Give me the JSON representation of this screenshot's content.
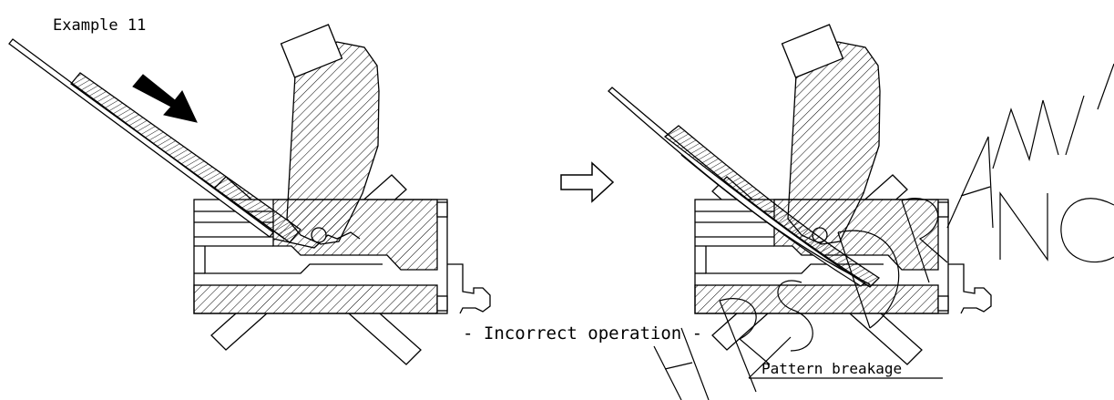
{
  "example_label": "Example 11",
  "caption": "- Incorrect operation -",
  "callout": "Pattern breakage",
  "watermark": "HRS DRAWING",
  "colors": {
    "line": "#000000",
    "background": "#ffffff"
  },
  "icons": [
    "insertion-arrow-icon",
    "next-step-arrow-icon",
    "prohibited-cross-icon"
  ]
}
